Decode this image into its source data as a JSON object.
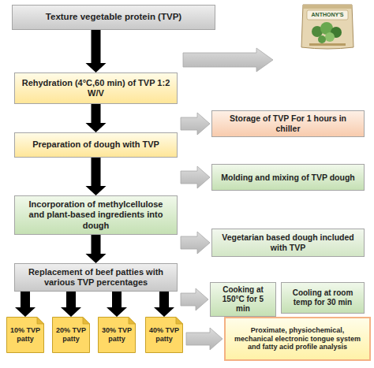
{
  "diagram": {
    "nodes": [
      {
        "text": [
          "Texture vegetable protein (TVP)"
        ]
      },
      {
        "text": [
          "Rehydration (4°C,60 min) of TVP 1:2 W/V"
        ]
      },
      {
        "text": [
          "Storage of TVP For 1 hours in chiller"
        ]
      },
      {
        "text": [
          "Preparation of dough with TVP"
        ]
      },
      {
        "text": [
          "Molding and mixing of TVP dough"
        ]
      },
      {
        "text": [
          "Incorporation of methylcellulose and plant-based ingredients into dough"
        ]
      },
      {
        "text": [
          "Vegetarian based dough included with TVP"
        ]
      },
      {
        "text": [
          "Replacement of beef patties with various TVP percentages"
        ]
      },
      {
        "text": [
          "Cooking at 150°C for 5 min"
        ]
      },
      {
        "text": [
          "Cooling at room temp for 30 min"
        ]
      },
      {
        "text": [
          "10% TVP patty"
        ]
      },
      {
        "text": [
          "20% TVP patty"
        ]
      },
      {
        "text": [
          "30% TVP patty"
        ]
      },
      {
        "text": [
          "40% TVP patty"
        ]
      },
      {
        "text": [
          "Proximate, physiochemical, mechanical electronic tongue system and fatty acid profile analysis"
        ]
      }
    ],
    "edges": [
      {
        "from": 0,
        "to": 1,
        "arrow": "to"
      },
      {
        "from": 1,
        "to": 3,
        "arrow": "to"
      },
      {
        "from": 3,
        "to": 5,
        "arrow": "to"
      },
      {
        "from": 5,
        "to": 7,
        "arrow": "to"
      },
      {
        "from": 7,
        "to": 10,
        "arrow": "to"
      },
      {
        "from": 7,
        "to": 11,
        "arrow": "to"
      },
      {
        "from": 7,
        "to": 12,
        "arrow": "to"
      },
      {
        "from": 7,
        "to": 13,
        "arrow": "to"
      },
      {
        "from": 1,
        "to": 2,
        "arrow": "to"
      },
      {
        "from": 3,
        "to": 4,
        "arrow": "to"
      },
      {
        "from": 5,
        "to": 6,
        "arrow": "to"
      },
      {
        "from": 7,
        "to": 8,
        "arrow": "to"
      },
      {
        "from": 13,
        "to": 14,
        "arrow": "to"
      }
    ],
    "labels": [
      "ANTHONY'S"
    ]
  }
}
